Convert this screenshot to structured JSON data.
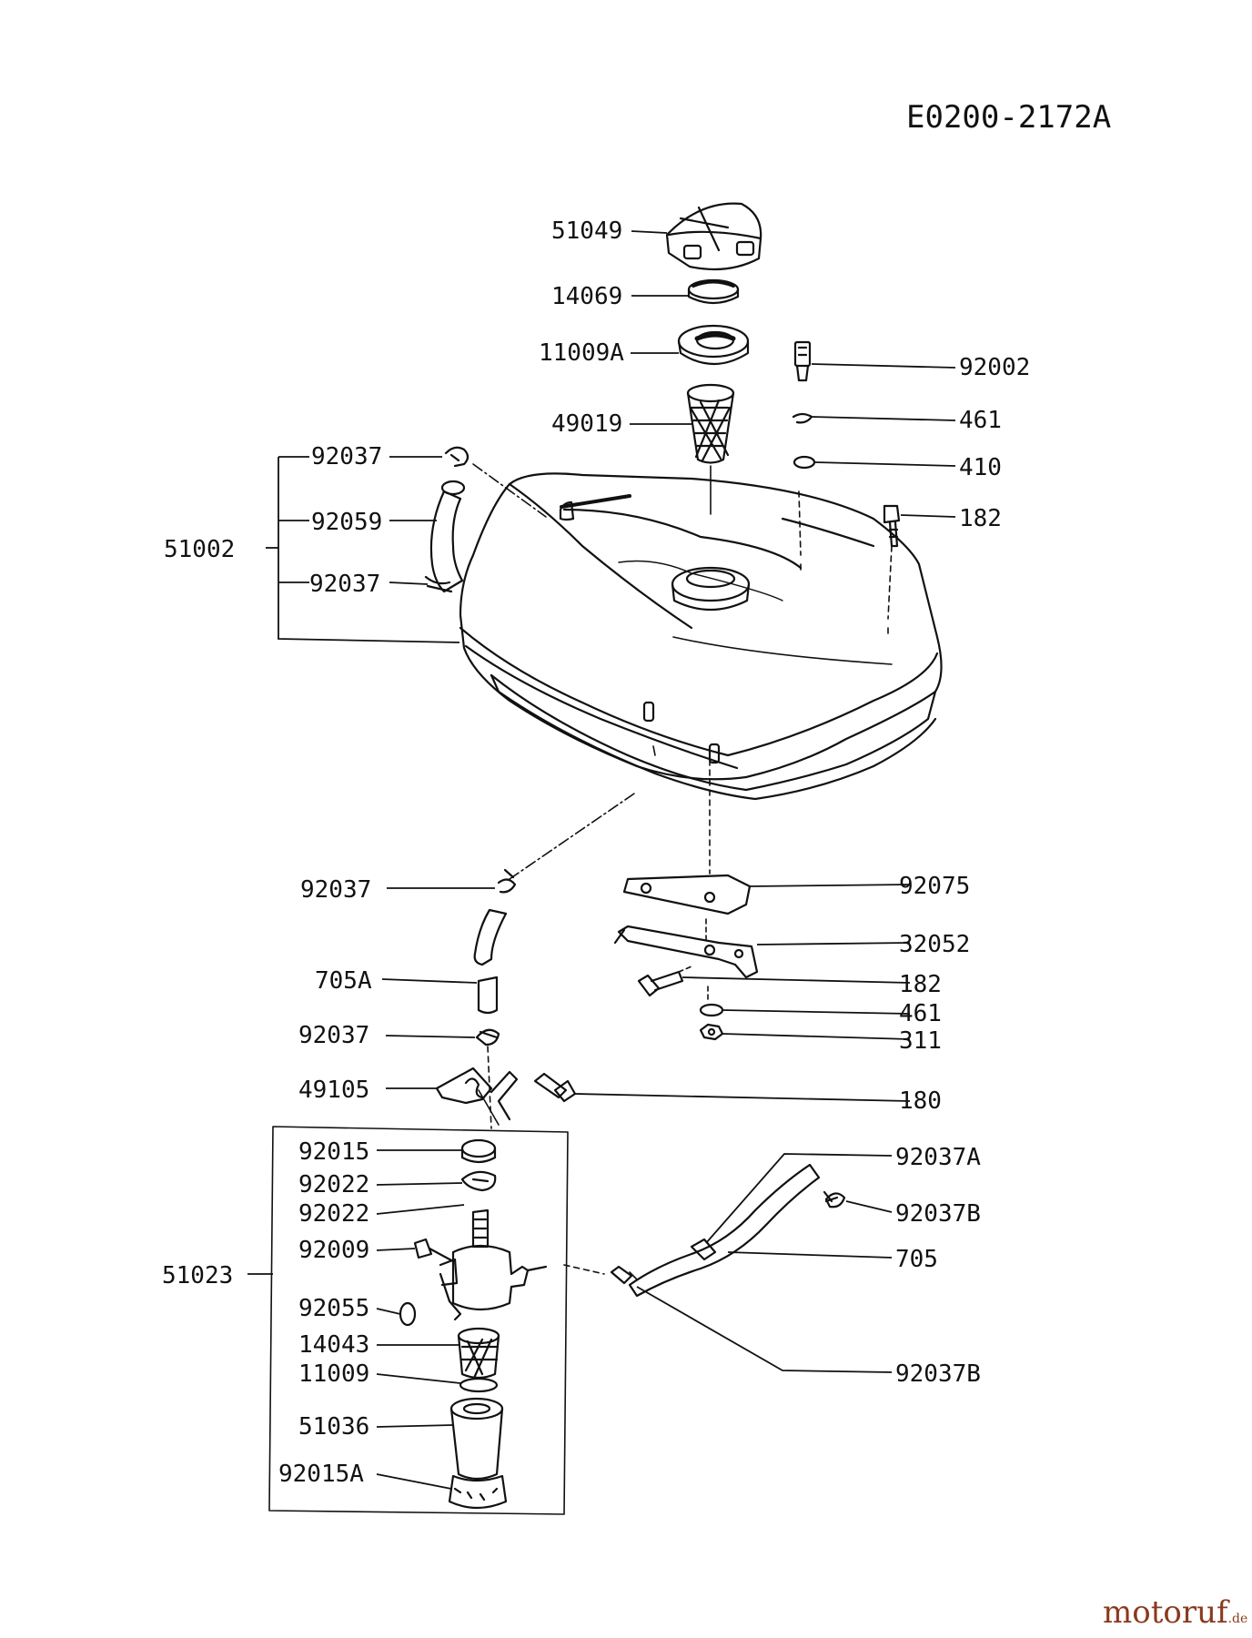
{
  "drawing_code": "E0200-2172A",
  "watermark": {
    "brand": "motoruf",
    "tld": ".de"
  },
  "parts": {
    "p51049": "51049",
    "p14069": "14069",
    "p11009A": "11009A",
    "p49019": "49019",
    "p92002": "92002",
    "p461a": "461",
    "p410": "410",
    "p182a": "182",
    "p92037a": "92037",
    "p92059": "92059",
    "p92037b": "92037",
    "p51002": "51002",
    "p92037c": "92037",
    "p92075": "92075",
    "p32052": "32052",
    "p705A": "705A",
    "p182b": "182",
    "p461b": "461",
    "p311": "311",
    "p92037d": "92037",
    "p49105": "49105",
    "p180": "180",
    "p92015": "92015",
    "p92022a": "92022",
    "p92022b": "92022",
    "p92009": "92009",
    "p51023": "51023",
    "p92055": "92055",
    "p14043": "14043",
    "p11009": "11009",
    "p51036": "51036",
    "p92015A": "92015A",
    "p92037A": "92037A",
    "p92037B_top": "92037B",
    "p705": "705",
    "p92037B_bottom": "92037B"
  }
}
